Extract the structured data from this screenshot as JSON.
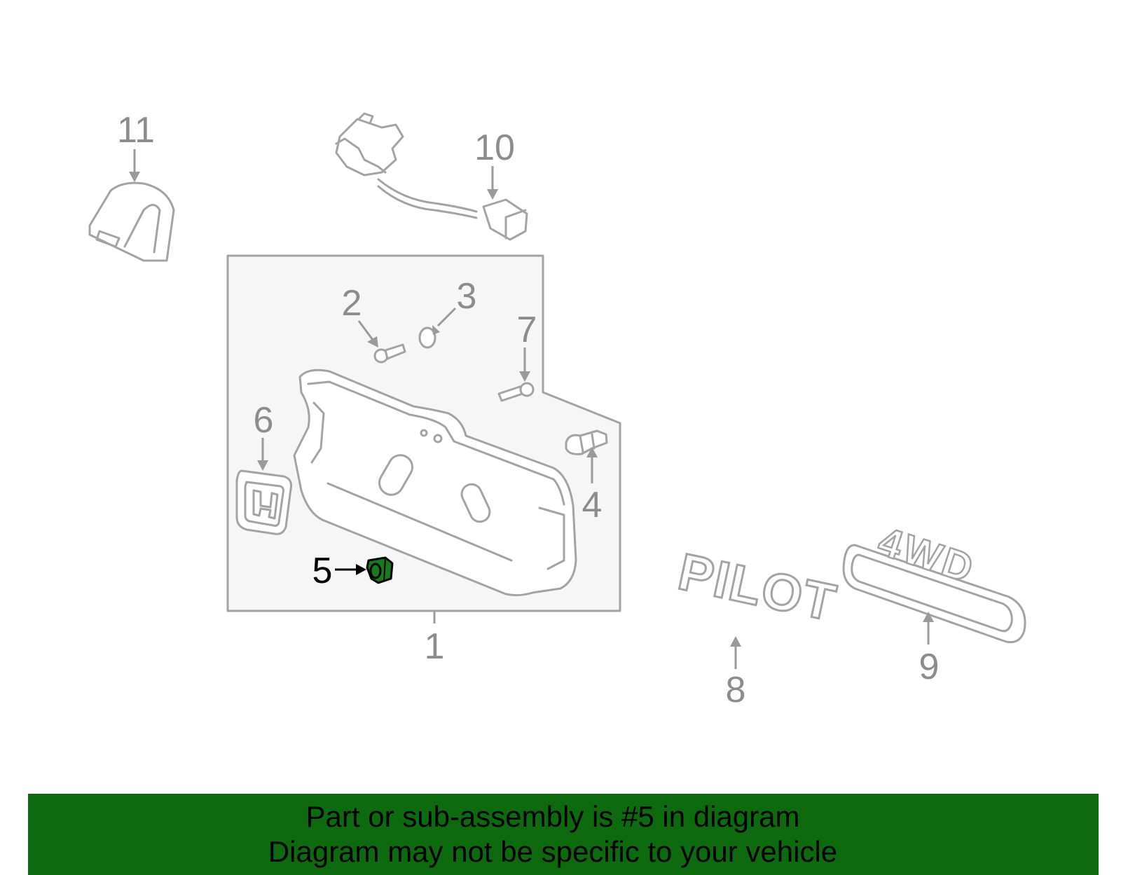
{
  "callouts": {
    "c1": "1",
    "c2": "2",
    "c3": "3",
    "c4": "4",
    "c5": "5",
    "c6": "6",
    "c7": "7",
    "c8": "8",
    "c9": "9",
    "c10": "10",
    "c11": "11"
  },
  "highlighted_callout": "5",
  "emblems": {
    "model": "PILOT",
    "drive": "4WD"
  },
  "colors": {
    "highlight_part": "#1b7a1b",
    "banner": "#0e6a0e",
    "line_art": "#a3a3a3"
  },
  "banner": {
    "line1": "Part or sub-assembly is #5 in diagram",
    "line2": "Diagram may not be specific to your vehicle"
  }
}
